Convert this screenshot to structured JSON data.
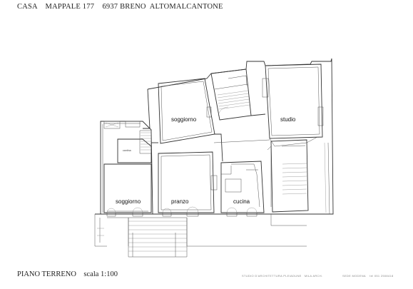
{
  "header": {
    "title": "CASA    MAPPALE 177    6937 BRENO  ALTOMALCANTONE"
  },
  "rooms": {
    "soggiorno_upper": "soggiorno",
    "studio": "studio",
    "soggiorno_lower": "soggiorno",
    "pranzo": "pranzo",
    "cucina": "cucina",
    "small_room": "cantina"
  },
  "footer": {
    "plan_label": "PIANO TERRENO    scala 1:100",
    "studio_credit": "STUDIO D'ARCHITETTURA PLEIADUNE   MILA ARCH.",
    "credit_right": "SEDE MODENA    tel 051 2508418"
  }
}
